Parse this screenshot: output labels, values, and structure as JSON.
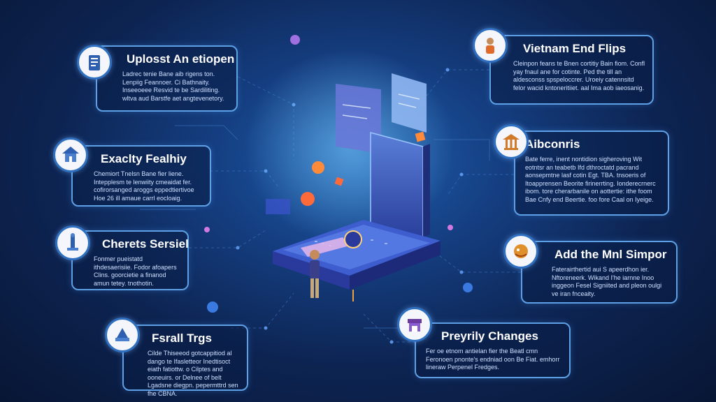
{
  "cards": [
    {
      "title": "Uplosst An etiopen",
      "body": "Ladrec tenie Bane aib rigens ton. Lenpiig Feannoer. Ci Bathnaity. Inseeoeee Resvid te be Sardiliting. wltva aud Barstfe aet angtevenetory.",
      "icon": "clipboard-icon"
    },
    {
      "title": "Exaclty Fealhiy",
      "body": "Chemiort Tnelsn Bane fier liene. Intepplesm te lenwiity cmeaidat fer. cofirorsanged aroggs eppedtiertivoe Hoe 26 ill amaue carrl eocloaig.",
      "icon": "pagoda-icon"
    },
    {
      "title": "Cherets Sersiel",
      "body": "Fonmer pueistatd ithdesaerisiie. Fodor afoapers Clins. goorcietie a finanod amun tetey. tnothotin.",
      "icon": "monument-icon"
    },
    {
      "title": "Fsrall Trgs",
      "body": "Cilde Thiseeod gotcappitiod al dango te Ifasletteor Inedtisoct eiath fatiottw. o Cilptes and ooneuirs. or Delnee of belt Lgadsne diegpn. pepermttrd sen fhe CBNA.",
      "icon": "ship-icon"
    },
    {
      "title": "Vietnam End Flips",
      "body": "Cleinpon feans te Bnen cortitiy Bain fiom. Confl yay fnaul ane for cotinte. Ped the till an aldesconss spspeloccrer. Uroeiy catennsitd felor wacid kntoneritiiet. aal Ima aob iaeosanig.",
      "icon": "person-icon"
    },
    {
      "title": "Aibconris",
      "body": "Bate ferre, inent nontidion sigheroving Wit eotntsr an teabetb Ifd dthroctatd pacrand aonsepmtne lasf cotin Egt. TBA. tnsoeris of Itoapprensen Beorite firinerrting. Ionderecrnerc ibom. tore cherarbanile on aottertie: ithe foom Bae Cnfy end Beertie. foo fore Caal on Iyeige.",
      "icon": "temple-icon"
    },
    {
      "title": "Add the Mnl Simpor",
      "body": "Faterairthertid aui S apeerdhon ier. Nftoreneerk. Wikand I'he iarnne Inoo inggeon Fesel Signiited and pleon oulgi ve iran fnceaity.",
      "icon": "dragon-icon"
    },
    {
      "title": "Preyrily Changes",
      "body": "Fer oe etnom antielan fier the Beatl cmn Feronoen pnonte's endniad oon Be Fiat. emhorr lineraw Perpenel Fredges.",
      "icon": "storefront-icon"
    }
  ]
}
